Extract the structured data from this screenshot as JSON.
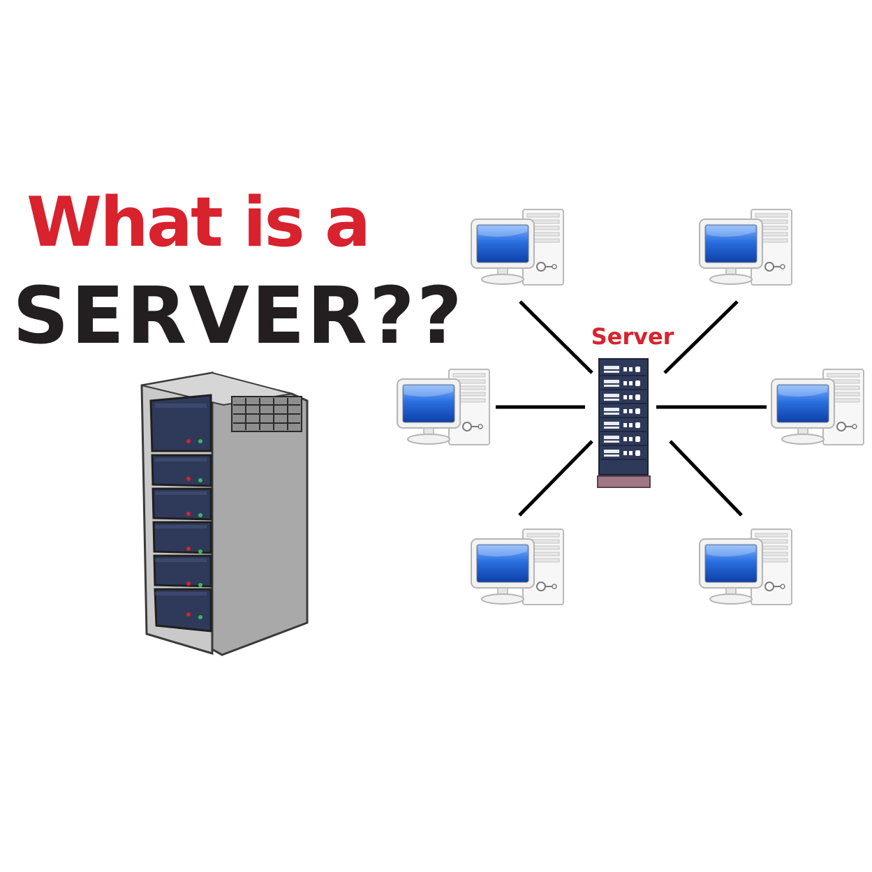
{
  "title": {
    "line1": "What is a",
    "line2": "SERVER??"
  },
  "diagram": {
    "server_label": "Server",
    "clients": [
      {
        "name": "client-top-left"
      },
      {
        "name": "client-top-right"
      },
      {
        "name": "client-middle-left"
      },
      {
        "name": "client-middle-right"
      },
      {
        "name": "client-bottom-left"
      },
      {
        "name": "client-bottom-right"
      }
    ]
  },
  "icons": {
    "tower": "server-tower-icon",
    "rack": "server-rack-icon",
    "client": "desktop-computer-icon"
  },
  "colors": {
    "title_red": "#d8222e",
    "title_dark": "#231f20",
    "screen_blue": "#1f5fd0",
    "rack_navy": "#2f3a5a",
    "rack_base": "#a07884",
    "tower_grey": "#a9a9a9"
  }
}
